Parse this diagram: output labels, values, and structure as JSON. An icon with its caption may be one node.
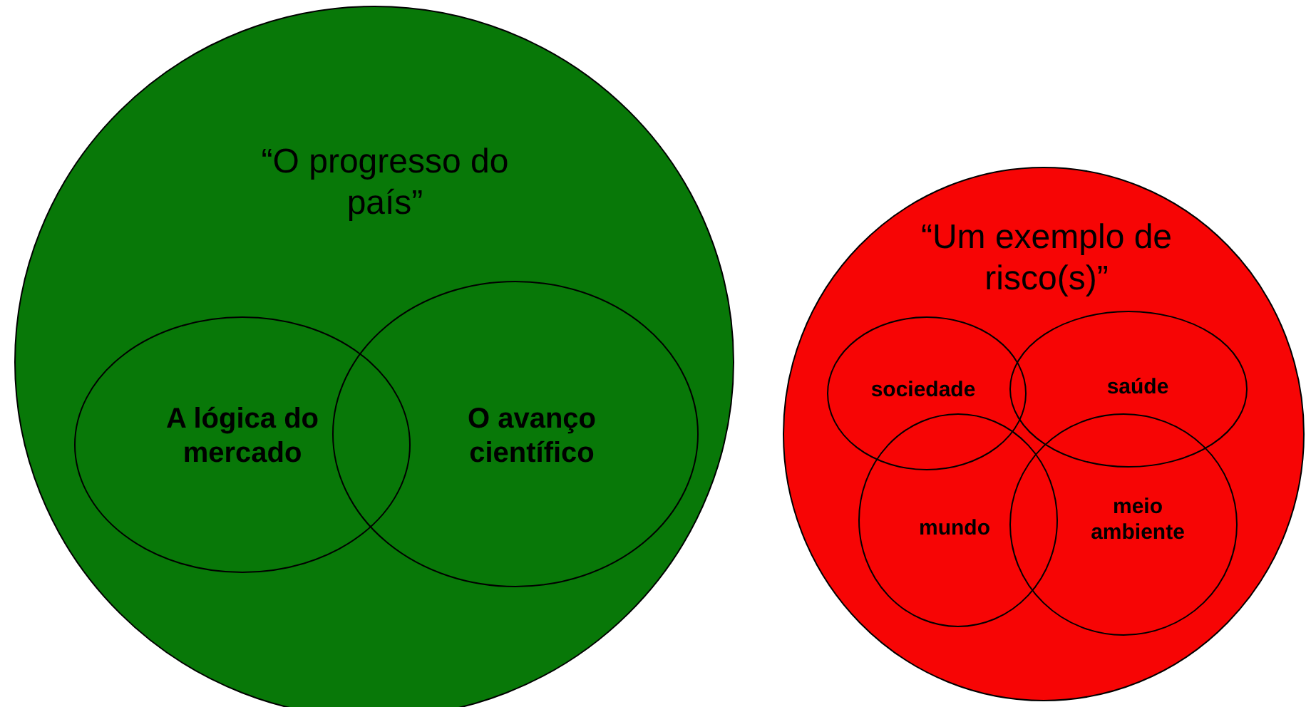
{
  "diagram": {
    "nodes": [
      {
        "text": [
          "“O progresso do país”"
        ]
      },
      {
        "text": [
          "A lógica do mercado"
        ],
        "in": 0
      },
      {
        "text": [
          "O avanço científico"
        ],
        "in": 0
      },
      {
        "text": [
          "“Um exemplo de risco(s)”"
        ]
      },
      {
        "text": [
          "sociedade"
        ],
        "in": 3
      },
      {
        "text": [
          "saúde"
        ],
        "in": 3
      },
      {
        "text": [
          "mundo"
        ],
        "in": 3
      },
      {
        "text": [
          "meio ambiente"
        ],
        "in": 3
      }
    ]
  }
}
